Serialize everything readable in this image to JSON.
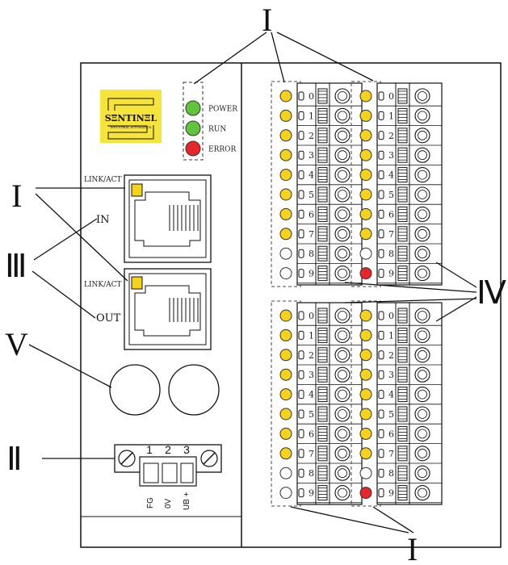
{
  "brand": {
    "name": "SΞNTINΞL",
    "tagline": "INDUSTRIAL AUTOMATION",
    "color": "#f7e43a"
  },
  "status_leds": [
    {
      "label": "POWER",
      "color": "#62c43a"
    },
    {
      "label": "RUN",
      "color": "#62c43a"
    },
    {
      "label": "ERROR",
      "color": "#e8262a"
    }
  ],
  "ports": {
    "link_label": "LINK/ACT",
    "in_label": "IN",
    "out_label": "OUT",
    "link_led_color": "#f6d21a"
  },
  "power_terminal": {
    "pins": [
      "1",
      "2",
      "3"
    ],
    "labels": [
      "FG",
      "0V",
      "UB +"
    ]
  },
  "io_channels": [
    "0",
    "1",
    "2",
    "3",
    "4",
    "5",
    "6",
    "7",
    "8",
    "9"
  ],
  "io_blocks": [
    {
      "leds": [
        "#f6d21a",
        "#f6d21a",
        "#f6d21a",
        "#f6d21a",
        "#f6d21a",
        "#f6d21a",
        "#f6d21a",
        "#f6d21a",
        "#ffffff",
        "#ffffff"
      ]
    },
    {
      "leds": [
        "#f6d21a",
        "#f6d21a",
        "#f6d21a",
        "#f6d21a",
        "#f6d21a",
        "#f6d21a",
        "#f6d21a",
        "#f6d21a",
        "#ffffff",
        "#e8262a"
      ]
    },
    {
      "leds": [
        "#f6d21a",
        "#f6d21a",
        "#f6d21a",
        "#f6d21a",
        "#f6d21a",
        "#f6d21a",
        "#f6d21a",
        "#f6d21a",
        "#ffffff",
        "#ffffff"
      ]
    },
    {
      "leds": [
        "#f6d21a",
        "#f6d21a",
        "#f6d21a",
        "#f6d21a",
        "#f6d21a",
        "#f6d21a",
        "#f6d21a",
        "#f6d21a",
        "#ffffff",
        "#e8262a"
      ]
    }
  ],
  "callouts": {
    "top": "I",
    "ethernet": "I",
    "ethernet_ports": "Ⅲ",
    "buttons": "V",
    "power": "Ⅱ",
    "terminals": "Ⅳ",
    "bottom": "I"
  }
}
